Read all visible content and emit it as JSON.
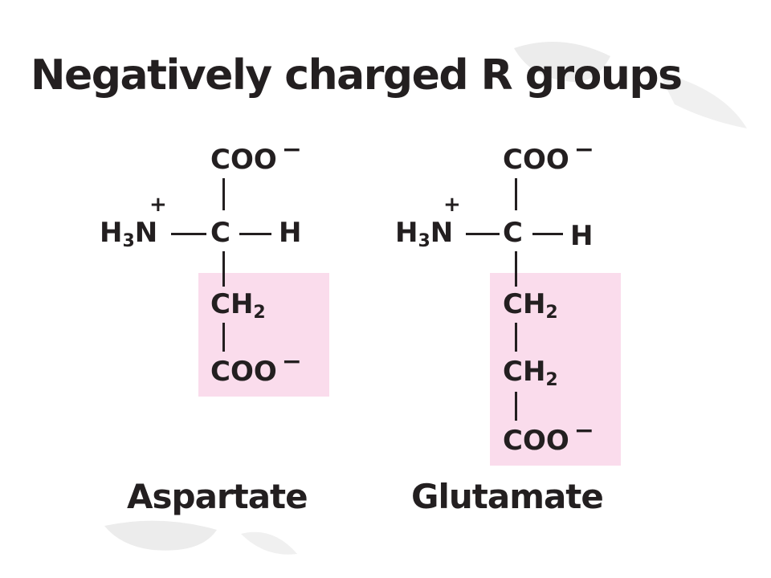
{
  "title": "Negatively charged R groups",
  "molecules": {
    "aspartate": {
      "name": "Aspartate",
      "top_group": "COO",
      "alpha_carbon": "C",
      "amino_prefix": "H",
      "amino_sub": "3",
      "amino_atom": "N",
      "amino_charge": "+",
      "right_h": "H",
      "side_chain": [
        {
          "atom": "CH",
          "sub": "2"
        }
      ],
      "end_group": "COO",
      "negative_charge": "−"
    },
    "glutamate": {
      "name": "Glutamate",
      "top_group": "COO",
      "alpha_carbon": "C",
      "amino_prefix": "H",
      "amino_sub": "3",
      "amino_atom": "N",
      "amino_charge": "+",
      "right_h": "H",
      "side_chain": [
        {
          "atom": "CH",
          "sub": "2"
        },
        {
          "atom": "CH",
          "sub": "2"
        }
      ],
      "end_group": "COO",
      "negative_charge": "−"
    }
  },
  "colors": {
    "text": "#231f20",
    "r_group_highlight": "#fadcec"
  }
}
